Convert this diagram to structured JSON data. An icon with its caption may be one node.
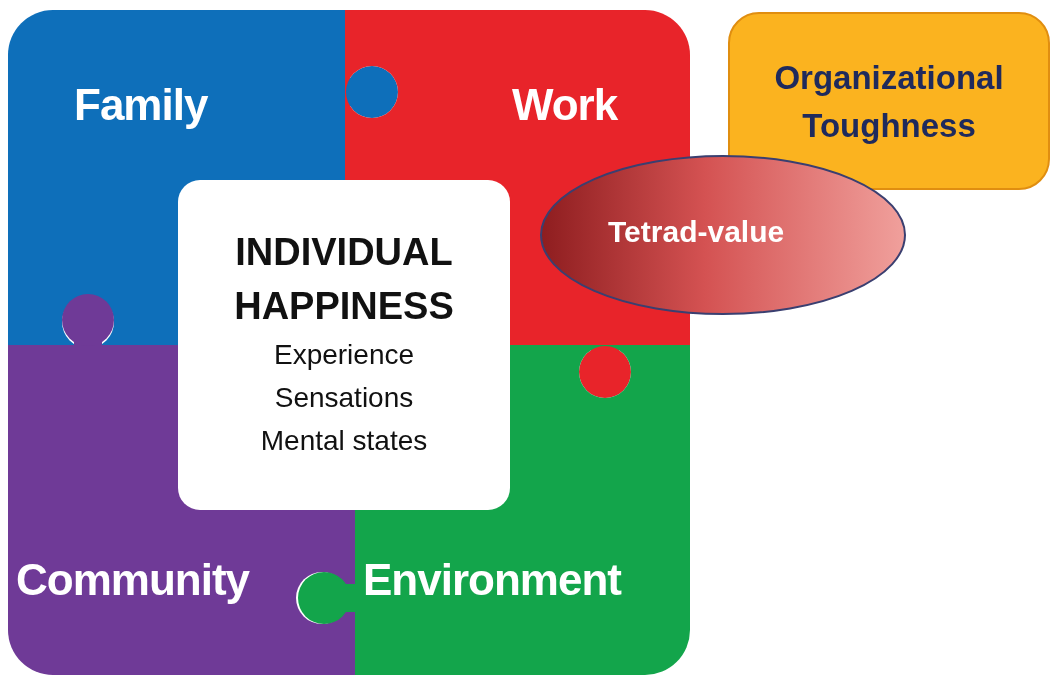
{
  "diagram": {
    "nodes": [
      {
        "text": [
          "Family"
        ]
      },
      {
        "text": [
          "Work"
        ]
      },
      {
        "text": [
          "Community"
        ]
      },
      {
        "text": [
          "Environment"
        ]
      },
      {
        "text": [
          "INDIVIDUAL HAPPINESS",
          "Experience",
          "Sensations",
          "Mental states"
        ]
      },
      {
        "text": [
          "Organizational Toughness"
        ]
      },
      {
        "text": [
          "Tetrad-value"
        ]
      }
    ]
  }
}
